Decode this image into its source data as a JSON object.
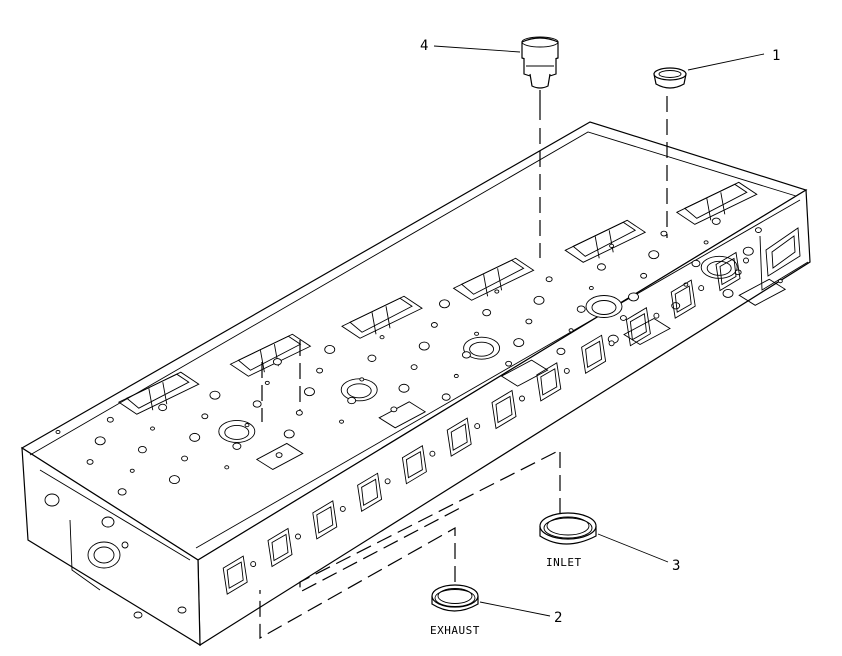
{
  "callouts": {
    "c1": "1",
    "c2": "2",
    "c3": "3",
    "c4": "4"
  },
  "labels": {
    "exhaust": "EXHAUST",
    "inlet": "INLET"
  },
  "colors": {
    "line": "#000000",
    "background": "#ffffff"
  }
}
